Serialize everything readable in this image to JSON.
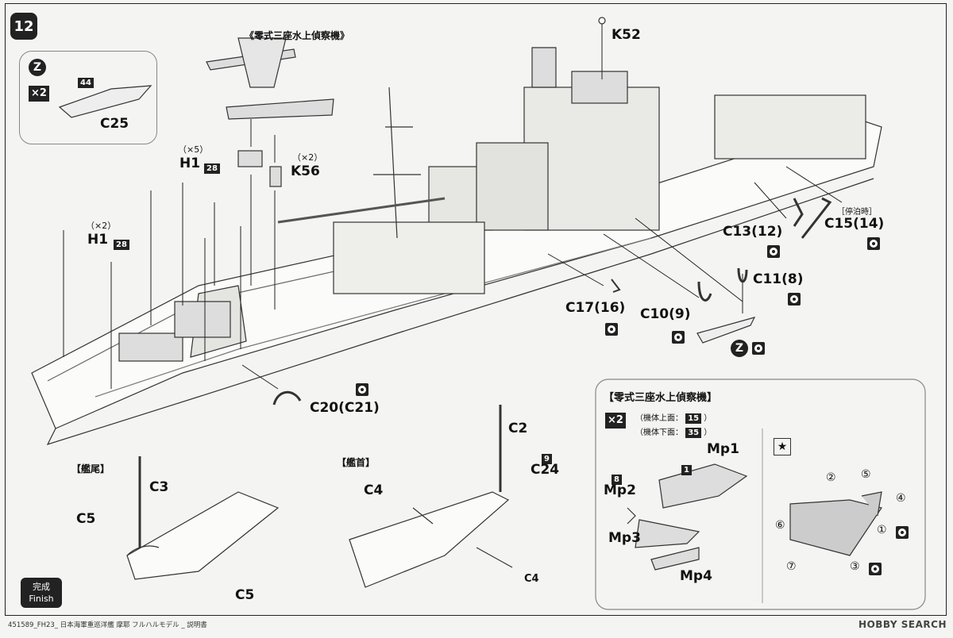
{
  "step": {
    "number": "12"
  },
  "finish": {
    "line1": "完成",
    "line2": "Finish"
  },
  "footer": {
    "text": "451589_FH23_ 日本海軍重巡洋艦 摩耶 フルハルモデル _ 説明書"
  },
  "watermark": {
    "text": "HOBBY SEARCH"
  },
  "boat_box": {
    "z": "Z",
    "count": "×2",
    "part_num": "44",
    "part": "C25"
  },
  "plane_top_title": "《零式三座水上偵察機》",
  "parts": {
    "k52": "K52",
    "k56": "K56",
    "k56_count": "（×2）",
    "h1_upper": "H1",
    "h1_upper_count": "（×5）",
    "h1_upper_num": "28",
    "h1_lower": "H1",
    "h1_lower_count": "（×2）",
    "h1_lower_num": "28",
    "c13": "C13(12)",
    "c15": "C15(14)",
    "c15_note": "［停泊時］",
    "c11": "C11(8)",
    "c10": "C10(9)",
    "c17": "C17(16)",
    "c20": "C20(C21)",
    "z_mark": "Z"
  },
  "stern": {
    "title": "【艦尾】",
    "c3": "C3",
    "c5a": "C5",
    "c5b": "C5"
  },
  "bow": {
    "title": "【艦首】",
    "c2": "C2",
    "c24_num": "9",
    "c24": "C24",
    "c4a": "C4",
    "c4b": "C4"
  },
  "plane_box": {
    "title": "【零式三座水上偵察機】",
    "count": "×2",
    "top_label": "（機体上面：",
    "top_num": "15",
    "bottom_label": "（機体下面：",
    "bottom_num": "35",
    "close": "）",
    "mp1_num": "1",
    "mp1": "Mp1",
    "mp2_num": "8",
    "mp2": "Mp2",
    "mp3": "Mp3",
    "mp4": "Mp4",
    "decals": [
      "②",
      "⑤",
      "④",
      "⑥",
      "①",
      "⑦",
      "③"
    ]
  }
}
